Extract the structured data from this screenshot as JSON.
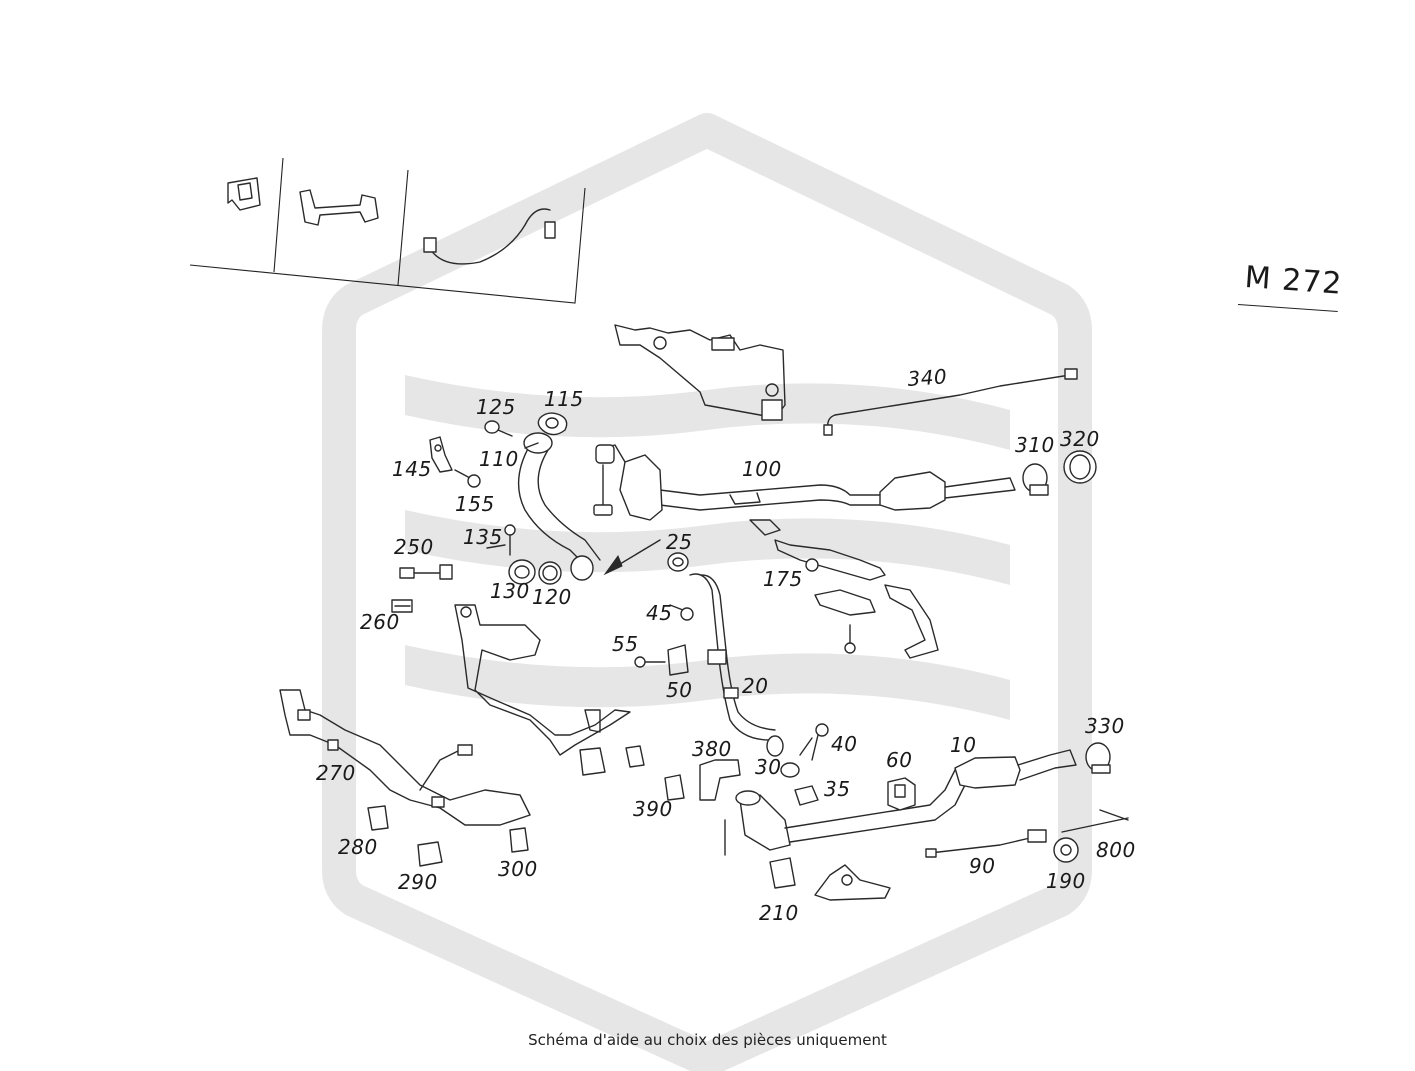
{
  "model_label": "M 272",
  "caption": "Schéma d'aide au choix des pièces uniquement",
  "callouts": [
    {
      "id": "c340",
      "label": "340"
    },
    {
      "id": "c125",
      "label": "125"
    },
    {
      "id": "c115",
      "label": "115"
    },
    {
      "id": "c100",
      "label": "100"
    },
    {
      "id": "c310",
      "label": "310"
    },
    {
      "id": "c320",
      "label": "320"
    },
    {
      "id": "c110",
      "label": "110"
    },
    {
      "id": "c145",
      "label": "145"
    },
    {
      "id": "c155",
      "label": "155"
    },
    {
      "id": "c135",
      "label": "135"
    },
    {
      "id": "c250",
      "label": "250"
    },
    {
      "id": "c25",
      "label": "25"
    },
    {
      "id": "c175",
      "label": "175"
    },
    {
      "id": "c130",
      "label": "130"
    },
    {
      "id": "c120",
      "label": "120"
    },
    {
      "id": "c45",
      "label": "45"
    },
    {
      "id": "c260",
      "label": "260"
    },
    {
      "id": "c55",
      "label": "55"
    },
    {
      "id": "c50",
      "label": "50"
    },
    {
      "id": "c20",
      "label": "20"
    },
    {
      "id": "c330",
      "label": "330"
    },
    {
      "id": "c380",
      "label": "380"
    },
    {
      "id": "c40",
      "label": "40"
    },
    {
      "id": "c10",
      "label": "10"
    },
    {
      "id": "c270",
      "label": "270"
    },
    {
      "id": "c60",
      "label": "60"
    },
    {
      "id": "c30",
      "label": "30"
    },
    {
      "id": "c35",
      "label": "35"
    },
    {
      "id": "c390",
      "label": "390"
    },
    {
      "id": "c800",
      "label": "800"
    },
    {
      "id": "c280",
      "label": "280"
    },
    {
      "id": "c90",
      "label": "90"
    },
    {
      "id": "c300",
      "label": "300"
    },
    {
      "id": "c290",
      "label": "290"
    },
    {
      "id": "c190",
      "label": "190"
    },
    {
      "id": "c210",
      "label": "210"
    }
  ],
  "colors": {
    "line": "#2a2a2a",
    "watermark": "#e6e6e6",
    "background": "#ffffff"
  }
}
